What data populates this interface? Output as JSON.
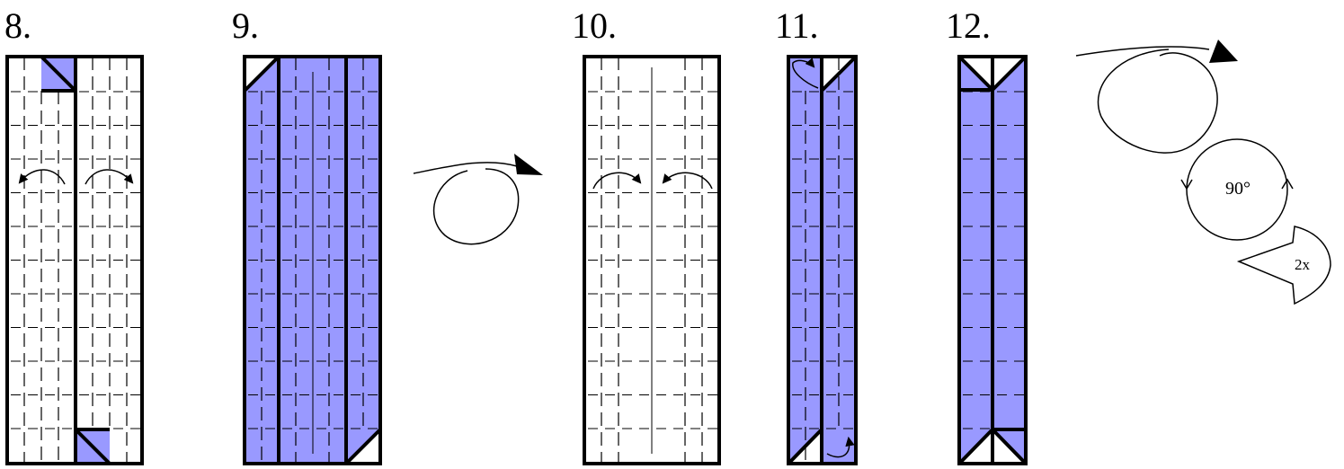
{
  "colors": {
    "paper_colored": "#9999ff",
    "paper_white": "#ffffff",
    "line": "#000000"
  },
  "steps": [
    {
      "number": "8."
    },
    {
      "number": "9."
    },
    {
      "number": "10."
    },
    {
      "number": "11."
    },
    {
      "number": "12."
    }
  ],
  "symbols": {
    "rotate_label": "90°",
    "repeat_label": "2x"
  }
}
